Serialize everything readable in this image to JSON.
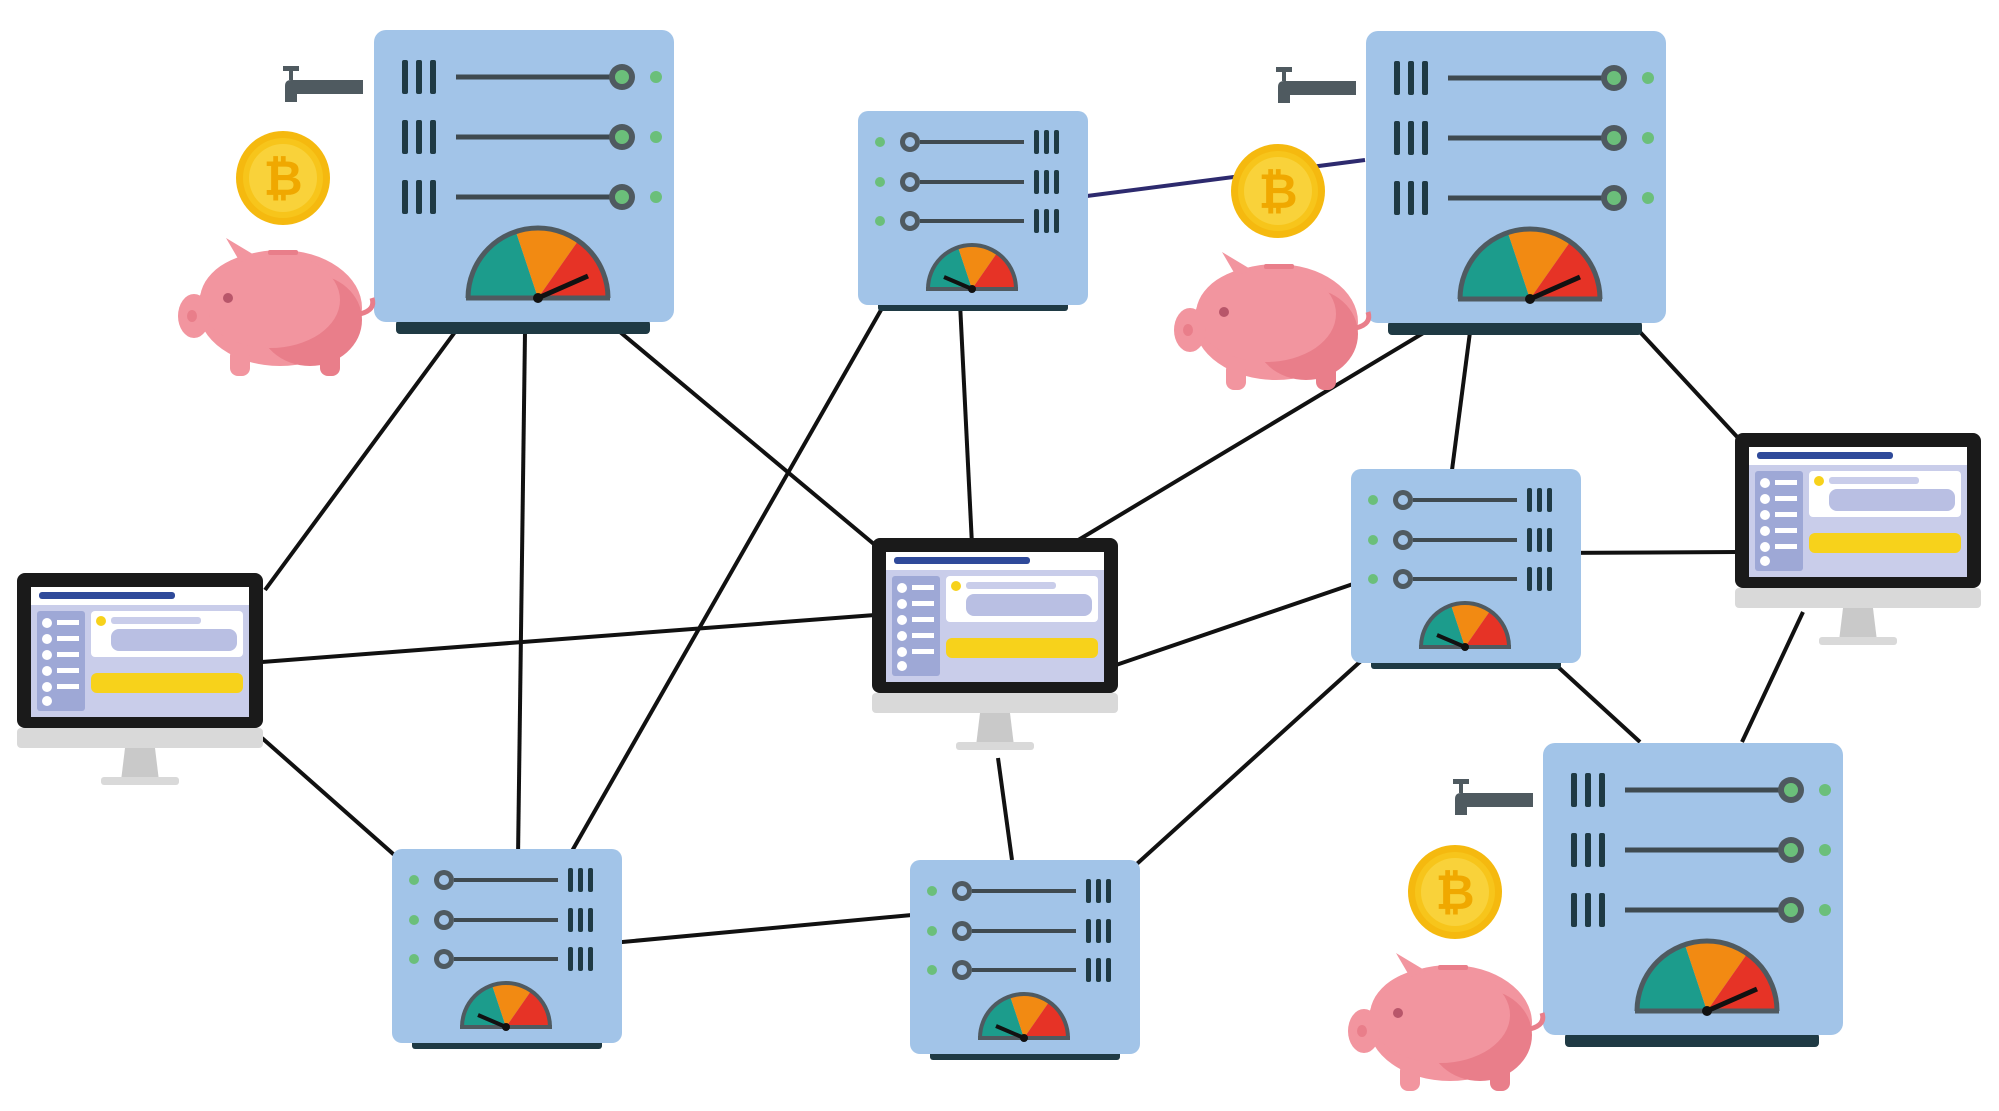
{
  "diagram": {
    "description_visible_text": "",
    "colors": {
      "background": "#ffffff",
      "server_body": "#a2c4e8",
      "server_shadow": "#1f3a44",
      "link_line": "#111111",
      "highlight_link": "#2d2a6e",
      "gauge_teal": "#1c9c8c",
      "gauge_orange": "#f28a12",
      "gauge_red": "#e63326",
      "monitor_bezel": "#1a1a1a",
      "monitor_screen": "#c9cdea",
      "monitor_stand": "#d9d9d9",
      "coin": "#f7c51b",
      "piggy": "#f2959f"
    },
    "nodes": [
      {
        "id": "server-large-1",
        "kind": "server-large",
        "icons": [
          "faucet-icon",
          "bitcoin-coin-icon",
          "piggy-bank-icon"
        ]
      },
      {
        "id": "server-small-top",
        "kind": "server-small",
        "icons": []
      },
      {
        "id": "server-large-2",
        "kind": "server-large",
        "icons": [
          "faucet-icon",
          "bitcoin-coin-icon",
          "piggy-bank-icon"
        ]
      },
      {
        "id": "monitor-left",
        "kind": "monitor",
        "icons": []
      },
      {
        "id": "monitor-center",
        "kind": "monitor",
        "icons": []
      },
      {
        "id": "server-small-right",
        "kind": "server-small",
        "icons": []
      },
      {
        "id": "monitor-right",
        "kind": "monitor",
        "icons": []
      },
      {
        "id": "server-small-bottom-left",
        "kind": "server-small",
        "icons": []
      },
      {
        "id": "server-small-bottom-mid",
        "kind": "server-small",
        "icons": []
      },
      {
        "id": "server-large-3",
        "kind": "server-large",
        "icons": [
          "faucet-icon",
          "bitcoin-coin-icon",
          "piggy-bank-icon"
        ]
      }
    ],
    "links": [
      [
        "server-large-1",
        "monitor-left"
      ],
      [
        "server-large-1",
        "server-small-bottom-left"
      ],
      [
        "server-large-1",
        "monitor-center"
      ],
      [
        "server-small-top",
        "server-small-bottom-left"
      ],
      [
        "server-small-top",
        "monitor-center"
      ],
      [
        "server-small-top",
        "server-large-2"
      ],
      [
        "server-large-2",
        "monitor-center"
      ],
      [
        "server-large-2",
        "server-small-right"
      ],
      [
        "server-large-2",
        "monitor-right"
      ],
      [
        "monitor-left",
        "monitor-center"
      ],
      [
        "monitor-left",
        "server-small-bottom-left"
      ],
      [
        "monitor-center",
        "server-small-right"
      ],
      [
        "monitor-center",
        "server-small-bottom-mid"
      ],
      [
        "server-small-right",
        "monitor-right"
      ],
      [
        "server-small-right",
        "server-large-3"
      ],
      [
        "server-small-right",
        "server-small-bottom-mid"
      ],
      [
        "monitor-right",
        "server-large-3"
      ],
      [
        "server-small-bottom-left",
        "server-small-bottom-mid"
      ]
    ]
  }
}
